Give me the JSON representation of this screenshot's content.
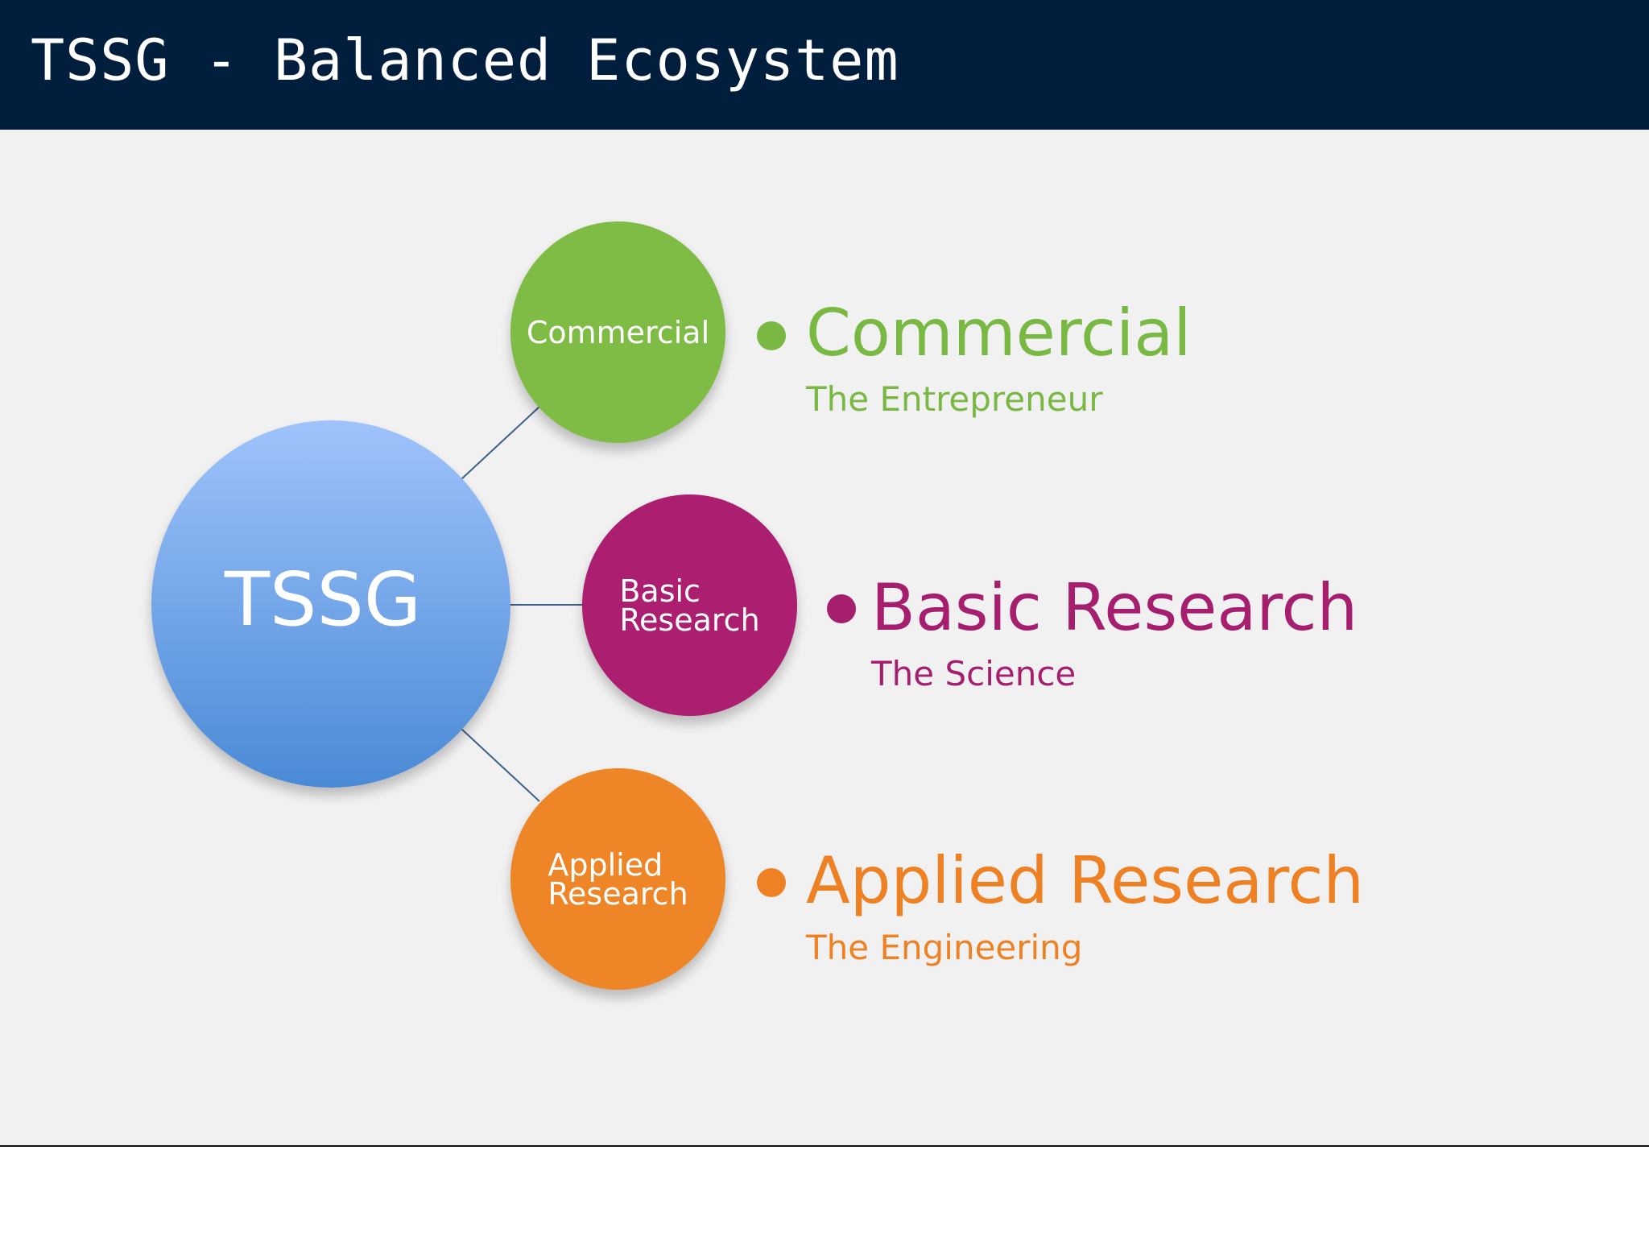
{
  "slide": {
    "title": "TSSG - Balanced Ecosystem"
  },
  "diagram": {
    "center": {
      "label": "TSSG",
      "color": "#4f8fda"
    },
    "nodes": [
      {
        "label": "Commercial",
        "color": "#7ebc45"
      },
      {
        "label_line1": "Basic",
        "label_line2": "Research",
        "color": "#ac1e70"
      },
      {
        "label_line1": "Applied",
        "label_line2": "Research",
        "color": "#ee8526"
      }
    ]
  },
  "legend": [
    {
      "title": "Commercial",
      "subtitle": "The Entrepreneur",
      "color": "#79b843"
    },
    {
      "title": "Basic Research",
      "subtitle": "The Science",
      "color": "#a61f6e"
    },
    {
      "title": "Applied Research",
      "subtitle": "The Engineering",
      "color": "#ed8124"
    }
  ]
}
